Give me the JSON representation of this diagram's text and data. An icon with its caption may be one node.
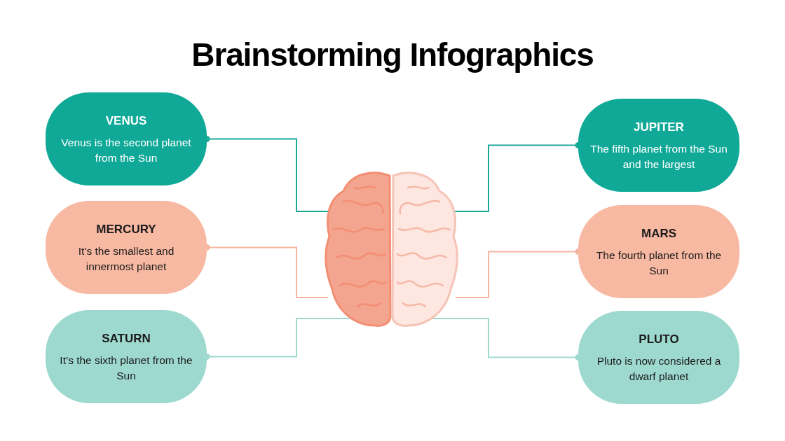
{
  "diagram": {
    "title": "Brainstorming Infographics",
    "nodes": [
      {
        "text": [
          "VENUS",
          "Venus is the second planet from the Sun"
        ]
      },
      {
        "text": [
          "MERCURY",
          "It’s the smallest and innermost planet"
        ]
      },
      {
        "text": [
          "SATURN",
          "It’s the sixth planet from the Sun"
        ]
      },
      {
        "text": [],
        "shape": "picture"
      },
      {
        "text": [
          "JUPITER",
          "The fifth planet from the Sun and the largest"
        ]
      },
      {
        "text": [
          "MARS",
          "The fourth planet from the Sun"
        ]
      },
      {
        "text": [
          "PLUTO",
          "Pluto is now considered a dwarf planet"
        ]
      }
    ],
    "edges": [
      {
        "from": 0,
        "to": 3,
        "arrow": "other",
        "color": "#1aa897"
      },
      {
        "from": 1,
        "to": 3,
        "arrow": "other",
        "color": "#f5b5a0"
      },
      {
        "from": 2,
        "to": 3,
        "arrow": "other",
        "color": "#9fd8cd"
      },
      {
        "from": 4,
        "to": 3,
        "arrow": "other",
        "color": "#1aa897"
      },
      {
        "from": 5,
        "to": 3,
        "arrow": "other",
        "color": "#f5b5a0"
      },
      {
        "from": 6,
        "to": 3,
        "arrow": "other",
        "color": "#9fd8cd"
      }
    ]
  }
}
